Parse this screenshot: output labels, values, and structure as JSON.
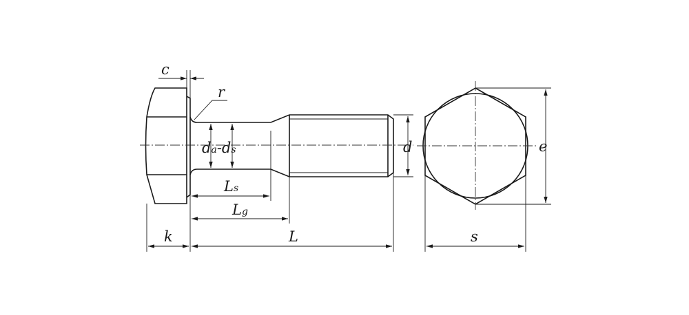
{
  "drawing": {
    "title": "Hexagon head bolt with reduced shank",
    "labels": {
      "c": "c",
      "r": "r",
      "da_main": "d",
      "da_sub": "a",
      "dash": "-",
      "ds_main": "d",
      "ds_sub": "s",
      "d": "d",
      "e": "e",
      "ls_main": "L",
      "ls_sub": "s",
      "lg_main": "L",
      "lg_sub": "g",
      "k": "k",
      "L": "L",
      "s": "s"
    }
  }
}
